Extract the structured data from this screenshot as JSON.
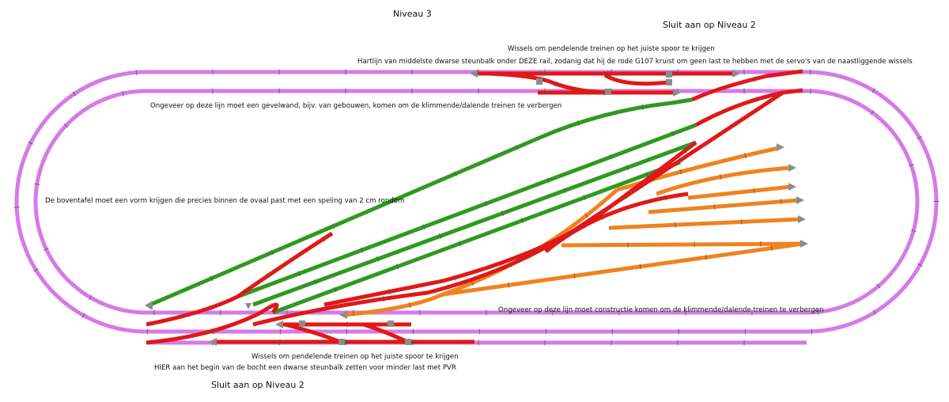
{
  "labels": {
    "title": "Niveau 3",
    "top_right": "Sluit aan op Niveau 2",
    "bottom_left": "Sluit aan op Niveau 2",
    "wissels_top": "Wissels om pendelende treinen op het juiste spoor te krijgen",
    "hartlijn": "Hartlijn van middelste dwarse steunbalk onder DEZE rail, zodanig dat hij de rode G107 kruist om geen last te hebben met de servo's van de naastliggende wissels",
    "gevelwand": "Ongeveer op deze lijn moet een gevelwand, bijv. van gebouwen, komen om de klimmende/dalende treinen te verbergen",
    "boventafel": "De boventafel moet een vorm krijgen die precies binnen de ovaal past met een speling van 2 cm rondom",
    "constructie": "Ongeveer op deze lijn moet constructie komen om de klimmende/dalende treinen te verbergen",
    "wissels_bottom": "Wissels om pendelende treinen op het juiste spoor te krijgen",
    "hier": "HIER aan het begin van de bocht een dwarse steunbalk zetten voor minder last met PVR"
  },
  "colors": {
    "oval": "#d57ae6",
    "green": "#2e9a1f",
    "red": "#e01818",
    "orange": "#f0821e",
    "joint": "#555555",
    "stop": "#8c8c8c"
  },
  "icons": [
    "track-end-arrow-icon",
    "switch-marker-icon"
  ]
}
